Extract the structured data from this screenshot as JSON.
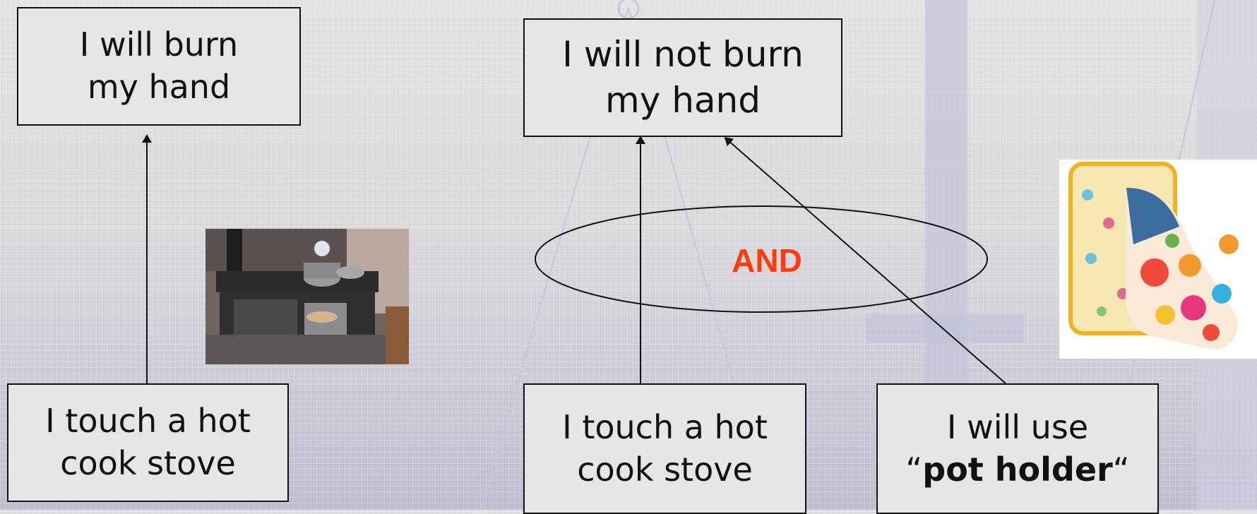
{
  "diagram": {
    "left": {
      "outcome_box": {
        "line1": "I will burn",
        "line2": "my hand"
      },
      "cause_box": {
        "line1": "I touch a hot",
        "line2": "cook stove"
      },
      "stove_image": "stove-photo"
    },
    "right": {
      "outcome_box": {
        "line1": "I will not burn",
        "line2": "my hand"
      },
      "cause_box": {
        "line1": "I touch a hot",
        "line2": "cook stove"
      },
      "condition_box": {
        "line1": "I will use",
        "quote_open": "“",
        "bold_text": "pot holder",
        "quote_close": "“"
      },
      "and_label": "AND",
      "pot_holder_image": "pot-holder-photo"
    },
    "colors": {
      "and_label": "#ff3b0f",
      "box_border": "#111111",
      "box_fill": "#e6e6e6"
    }
  }
}
